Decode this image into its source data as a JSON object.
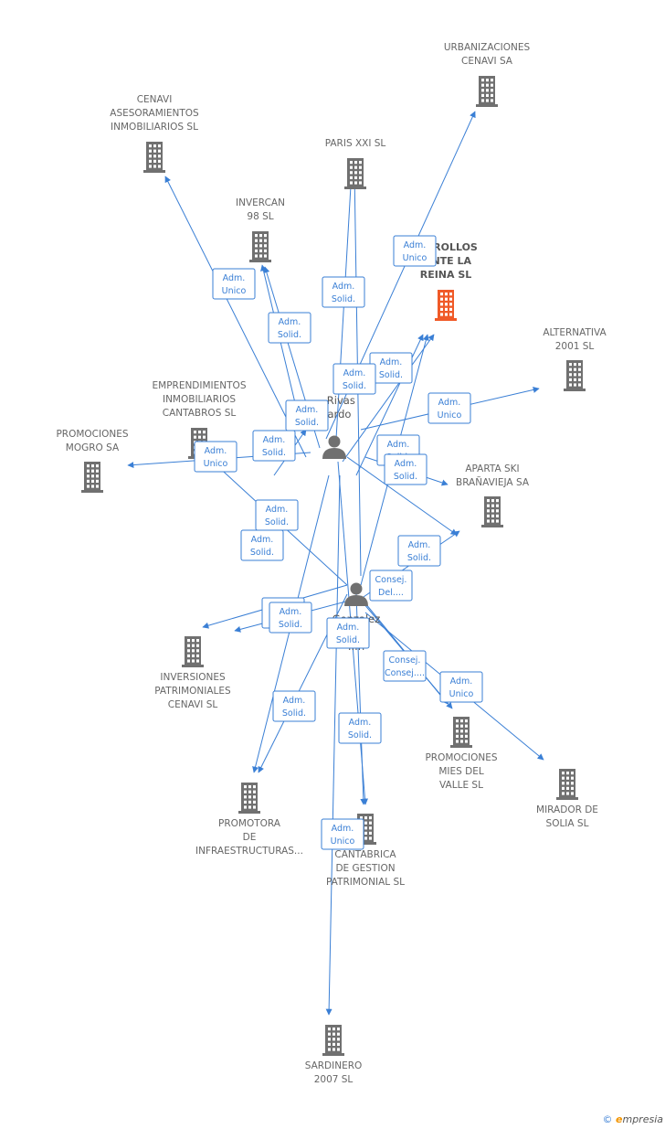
{
  "colors": {
    "edge": "#3a7fd5",
    "building": "#707070",
    "building_main": "#f05a28",
    "person": "#707070"
  },
  "persons": [
    {
      "id": "p1",
      "label_lines": [
        "... Rivas",
        "...ardo"
      ]
    },
    {
      "id": "p2",
      "label_lines": [
        "Gonzalez",
        "...",
        "...n"
      ]
    }
  ],
  "companies": [
    {
      "id": "urbanizaciones",
      "label_lines": [
        "URBANIZACIONES",
        "CENAVI SA"
      ],
      "main": false
    },
    {
      "id": "cenavi",
      "label_lines": [
        "CENAVI",
        "ASESORAMIENTOS",
        "INMOBILIARIOS SL"
      ],
      "main": false
    },
    {
      "id": "paris",
      "label_lines": [
        "PARIS XXI SL"
      ],
      "main": false
    },
    {
      "id": "invercan",
      "label_lines": [
        "INVERCAN",
        "98 SL"
      ],
      "main": false
    },
    {
      "id": "desarrollos",
      "label_lines": [
        "...RROLLOS",
        "...NTE LA",
        "REINA SL"
      ],
      "main": true
    },
    {
      "id": "alternativa",
      "label_lines": [
        "ALTERNATIVA",
        "2001 SL"
      ],
      "main": false
    },
    {
      "id": "emprendimientos",
      "label_lines": [
        "EMPRENDIMIENTOS",
        "INMOBILIARIOS",
        "CANTABROS SL"
      ],
      "main": false
    },
    {
      "id": "mogro",
      "label_lines": [
        "PROMOCIONES",
        "MOGRO SA"
      ],
      "main": false
    },
    {
      "id": "aparta",
      "label_lines": [
        "APARTA SKI",
        "BRAÑAVIEJA SA"
      ],
      "main": false
    },
    {
      "id": "inversiones",
      "label_lines": [
        "INVERSIONES",
        "PATRIMONIALES",
        "CENAVI SL"
      ],
      "main": false
    },
    {
      "id": "mies",
      "label_lines": [
        "PROMOCIONES",
        "MIES DEL",
        "VALLE SL"
      ],
      "main": false
    },
    {
      "id": "mirador",
      "label_lines": [
        "MIRADOR DE",
        "SOLIA SL"
      ],
      "main": false
    },
    {
      "id": "promotora",
      "label_lines": [
        "PROMOTORA",
        "DE",
        "INFRAESTRUCTURAS..."
      ],
      "main": false
    },
    {
      "id": "cantabrica",
      "label_lines": [
        "CANTABRICA",
        "DE GESTION",
        "PATRIMONIAL SL"
      ],
      "main": false
    },
    {
      "id": "sardinero",
      "label_lines": [
        "SARDINERO",
        "2007 SL"
      ],
      "main": false
    }
  ],
  "edge_labels": [
    {
      "lines": [
        "Adm.",
        "Unico"
      ]
    },
    {
      "lines": [
        "Adm.",
        "Unico"
      ]
    },
    {
      "lines": [
        "Adm.",
        "Solid."
      ]
    },
    {
      "lines": [
        "Adm.",
        "Solid."
      ]
    },
    {
      "lines": [
        "Adm.",
        "Solid."
      ]
    },
    {
      "lines": [
        "Adm.",
        "Solid."
      ]
    },
    {
      "lines": [
        "Adm.",
        "Solid."
      ]
    },
    {
      "lines": [
        "Adm.",
        "Unico"
      ]
    },
    {
      "lines": [
        "Adm.",
        "Solid."
      ]
    },
    {
      "lines": [
        "Adm.",
        "Unico"
      ]
    },
    {
      "lines": [
        "Adm.",
        "Solid."
      ]
    },
    {
      "lines": [
        "Adm.",
        "Solid."
      ]
    },
    {
      "lines": [
        "Adm.",
        "Solid."
      ]
    },
    {
      "lines": [
        "Adm.",
        "Solid."
      ]
    },
    {
      "lines": [
        "Adm.",
        "Solid."
      ]
    },
    {
      "lines": [
        "Consej.",
        "Del...."
      ]
    },
    {
      "lines": [
        "Adm.",
        "Solid."
      ]
    },
    {
      "lines": [
        "Adm.",
        "Solid."
      ]
    },
    {
      "lines": [
        "Adm.",
        "Solid."
      ]
    },
    {
      "lines": [
        "Consej.",
        "Consej...."
      ]
    },
    {
      "lines": [
        "Adm.",
        "Unico"
      ]
    },
    {
      "lines": [
        "Adm.",
        "Solid."
      ]
    },
    {
      "lines": [
        "Adm.",
        "Solid."
      ]
    },
    {
      "lines": [
        "Adm.",
        "Unico"
      ]
    }
  ],
  "footer": {
    "copyright_symbol": "©",
    "brand_initial": "e",
    "brand_rest": "mpresia"
  }
}
